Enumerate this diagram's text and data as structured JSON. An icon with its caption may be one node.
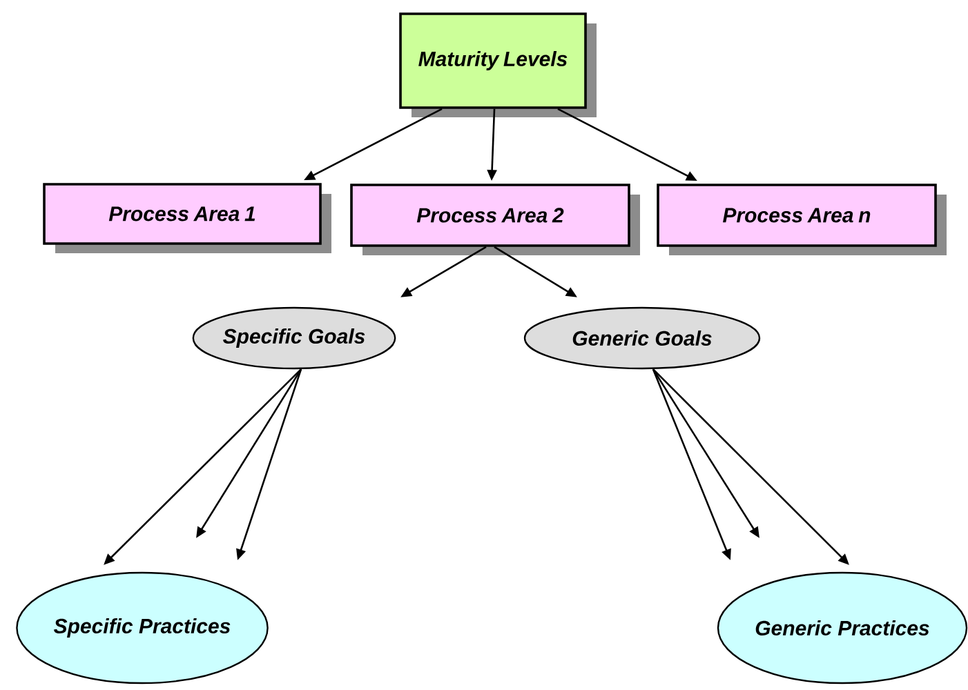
{
  "diagram": {
    "nodes": [
      {
        "text": [
          "Maturity Levels"
        ]
      },
      {
        "text": [
          "Process Area 1"
        ]
      },
      {
        "text": [
          "Process Area 2"
        ]
      },
      {
        "text": [
          "Process Area n"
        ]
      },
      {
        "text": [
          "Specific Goals"
        ]
      },
      {
        "text": [
          "Generic Goals"
        ]
      },
      {
        "text": [
          "Specific Practices"
        ]
      },
      {
        "text": [
          "Generic Practices"
        ]
      }
    ],
    "edges": [
      {
        "from": 0,
        "to": 1,
        "arrow": "to"
      },
      {
        "from": 0,
        "to": 2,
        "arrow": "to"
      },
      {
        "from": 0,
        "to": 3,
        "arrow": "to"
      },
      {
        "from": 2,
        "to": 4,
        "arrow": "to"
      },
      {
        "from": 2,
        "to": 5,
        "arrow": "to"
      },
      {
        "from": 4,
        "to": 6,
        "arrow": "to"
      },
      {
        "from": 4,
        "to": null,
        "arrow": "to"
      },
      {
        "from": 4,
        "to": null,
        "arrow": "to"
      },
      {
        "from": 5,
        "to": null,
        "arrow": "to"
      },
      {
        "from": 5,
        "to": null,
        "arrow": "to"
      },
      {
        "from": 5,
        "to": 7,
        "arrow": "to"
      }
    ]
  }
}
